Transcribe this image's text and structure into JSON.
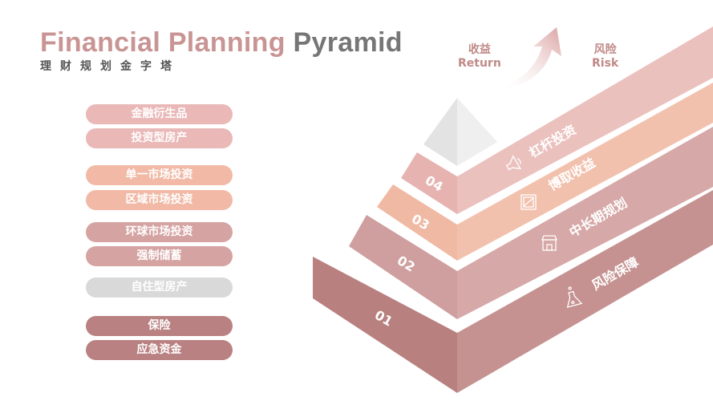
{
  "header": {
    "title_part1": "Financial Planning",
    "title_part2": "Pyramid",
    "subtitle": "理财规划金字塔"
  },
  "axis_labels": {
    "return_cn": "收益",
    "return_en": "Return",
    "risk_cn": "风险",
    "risk_en": "Risk"
  },
  "items": [
    {
      "label": "金融衍生品",
      "color": "#e9b8b7"
    },
    {
      "label": "投资型房产",
      "color": "#e9b8b7"
    },
    {
      "label": "单一市场投资",
      "color": "#f1b9a6"
    },
    {
      "label": "区域市场投资",
      "color": "#f1b9a6"
    },
    {
      "label": "环球市场投资",
      "color": "#d6a3a3"
    },
    {
      "label": "强制储蓄",
      "color": "#d6a3a3"
    },
    {
      "label": "自住型房产",
      "color": "#d9d9d9"
    },
    {
      "label": "保险",
      "color": "#b98181"
    },
    {
      "label": "应急资金",
      "color": "#b98181"
    }
  ],
  "tiers": [
    {
      "number": "01",
      "label": "风险保障",
      "icon": "flask-icon",
      "left_color": "#b98080",
      "right_color": "#c59291"
    },
    {
      "number": "02",
      "label": "中长期规划",
      "icon": "store-icon",
      "left_color": "#cf9e9e",
      "right_color": "#d6a8a7"
    },
    {
      "number": "03",
      "label": "博取收益",
      "icon": "image-icon",
      "left_color": "#f0b9a3",
      "right_color": "#f2c1ad"
    },
    {
      "number": "04",
      "label": "杠杆投资",
      "icon": "megaphone-icon",
      "left_color": "#e6b3b1",
      "right_color": "#ebc1be"
    }
  ]
}
